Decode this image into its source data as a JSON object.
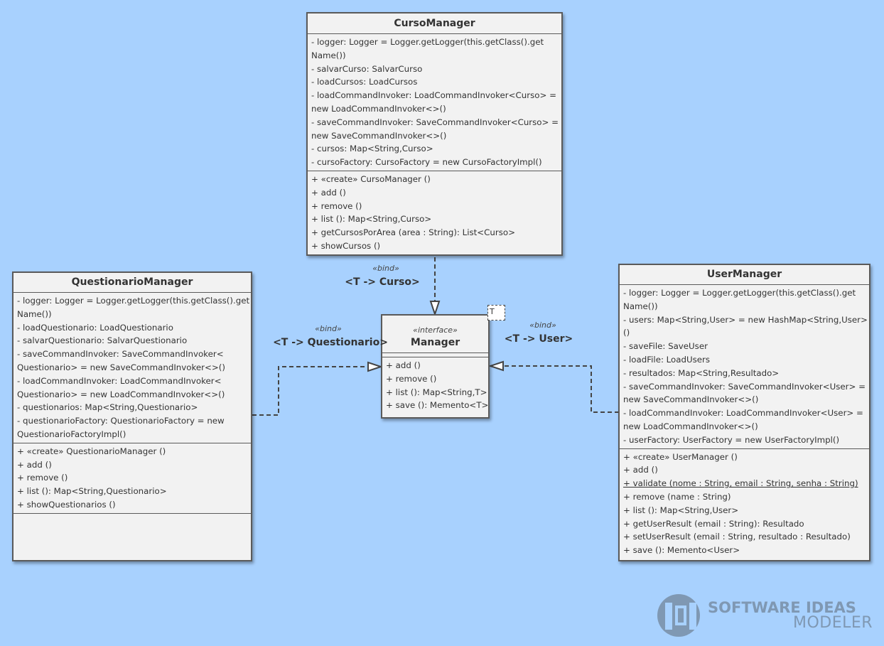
{
  "diagram": {
    "curso_manager": {
      "name": "CursoManager",
      "attributes": [
        "- logger: Logger = Logger.getLogger(this.getClass().get",
        "Name())",
        "- salvarCurso: SalvarCurso",
        "- loadCursos: LoadCursos",
        "- loadCommandInvoker: LoadCommandInvoker<Curso> =",
        "new LoadCommandInvoker<>()",
        "- saveCommandInvoker: SaveCommandInvoker<Curso> =",
        "new SaveCommandInvoker<>()",
        "- cursos: Map<String,Curso>",
        "- cursoFactory: CursoFactory = new CursoFactoryImpl()"
      ],
      "operations": [
        "+ «create» CursoManager ()",
        "+ add ()",
        "+ remove ()",
        "+ list (): Map<String,Curso>",
        "+ getCursosPorArea (area : String): List<Curso>",
        "+ showCursos ()"
      ]
    },
    "questionario_manager": {
      "name": "QuestionarioManager",
      "attributes": [
        "- logger: Logger = Logger.getLogger(this.getClass().get",
        "Name())",
        "- loadQuestionario: LoadQuestionario",
        "- salvarQuestionario: SalvarQuestionario",
        "- saveCommandInvoker: SaveCommandInvoker<",
        "Questionario> = new SaveCommandInvoker<>()",
        "- loadCommandInvoker: LoadCommandInvoker<",
        "Questionario> = new LoadCommandInvoker<>()",
        "- questionarios: Map<String,Questionario>",
        "- questionarioFactory: QuestionarioFactory = new",
        "QuestionarioFactoryImpl()"
      ],
      "operations": [
        "+ «create» QuestionarioManager ()",
        "+ add ()",
        "+ remove ()",
        "+ list (): Map<String,Questionario>",
        "+ showQuestionarios ()"
      ]
    },
    "manager": {
      "stereotype": "«interface»",
      "name": "Manager",
      "template_param": "T",
      "operations": [
        "+ add ()",
        "+ remove ()",
        "+ list (): Map<String,T>",
        "+ save (): Memento<T>"
      ]
    },
    "user_manager": {
      "name": "UserManager",
      "attributes": [
        "- logger: Logger = Logger.getLogger(this.getClass().get",
        "Name())",
        "- users: Map<String,User> = new HashMap<String,User>",
        "()",
        "- saveFile: SaveUser",
        "- loadFile: LoadUsers",
        "- resultados: Map<String,Resultado>",
        "- saveCommandInvoker: SaveCommandInvoker<User> =",
        "new SaveCommandInvoker<>()",
        "- loadCommandInvoker: LoadCommandInvoker<User> =",
        "new LoadCommandInvoker<>()",
        "- userFactory: UserFactory = new UserFactoryImpl()"
      ],
      "operations": [
        "+ «create» UserManager ()",
        "+ add ()",
        "+ validate (nome : String, email : String, senha : String)",
        "+ remove (name : String)",
        "+ list (): Map<String,User>",
        "+ getUserResult (email : String): Resultado",
        "+ setUserResult (email : String, resultado : Resultado)",
        "+ save (): Memento<User>"
      ]
    },
    "bindings": {
      "curso": {
        "stereotype": "«bind»",
        "text": "<T -> Curso>"
      },
      "questionario": {
        "stereotype": "«bind»",
        "text": "<T -> Questionario>"
      },
      "user": {
        "stereotype": "«bind»",
        "text": "<T -> User>"
      }
    }
  },
  "watermark": {
    "line1": "SOFTWARE IDEAS",
    "line2": "MODELER"
  }
}
